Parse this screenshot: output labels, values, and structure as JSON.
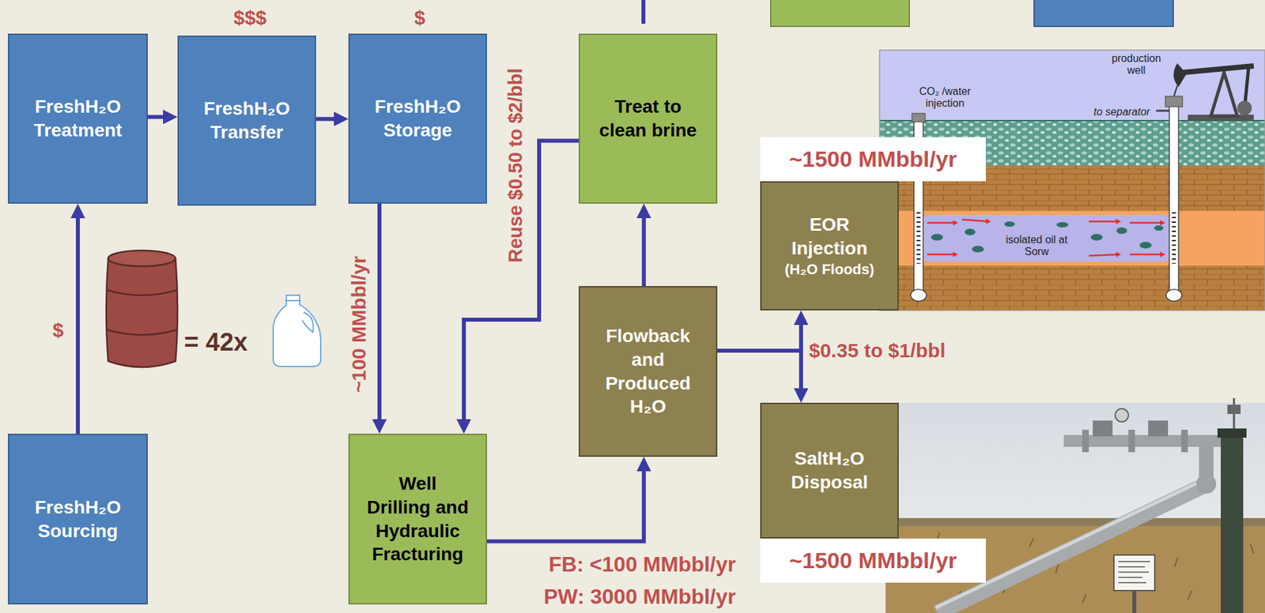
{
  "diagram": {
    "nodes": [
      {
        "text": [
          "FreshH₂O Treatment"
        ]
      },
      {
        "text": [
          "FreshH₂O Transfer"
        ]
      },
      {
        "text": [
          "FreshH₂O Storage"
        ]
      },
      {
        "text": [
          "Treat to clean brine"
        ]
      },
      {
        "text": [
          "~1500 MMbbl/yr",
          "EOR Injection",
          "(H₂O Floods)"
        ]
      },
      {
        "text": [
          "Flowback and Produced H₂O"
        ]
      },
      {
        "text": [
          "SaltH₂O Disposal",
          "~1500 MMbbl/yr"
        ]
      },
      {
        "text": [
          "FreshH₂O Sourcing"
        ]
      },
      {
        "text": [
          "Well Drilling and Hydraulic Fracturing"
        ]
      }
    ],
    "edges": [
      {
        "from": 7,
        "to": 0,
        "arrow": "to",
        "label": "$"
      },
      {
        "from": 0,
        "to": 1,
        "arrow": "to"
      },
      {
        "from": 1,
        "to": 2,
        "arrow": "to"
      },
      {
        "from": 2,
        "to": 8,
        "arrow": "to",
        "label": "~100 MMbbl/yr"
      },
      {
        "from": 3,
        "to": 8,
        "arrow": "to",
        "label": "Reuse $0.50 to $2/bbl"
      },
      {
        "from": 8,
        "to": 5,
        "arrow": "to"
      },
      {
        "from": 5,
        "to": 3,
        "arrow": "to"
      },
      {
        "from": 5,
        "to": 4,
        "arrow": "to",
        "label": "$0.35 to $1/bbl"
      },
      {
        "from": 5,
        "to": 6,
        "arrow": "to"
      }
    ],
    "labels": [
      "$$$",
      "$",
      "= 42x",
      "FB: <100 MMbbl/yr",
      "PW: 3000 MMbbl/yr",
      "CO₂ /water injection",
      "production well",
      "to separator",
      "isolated oil at Sorw"
    ]
  }
}
